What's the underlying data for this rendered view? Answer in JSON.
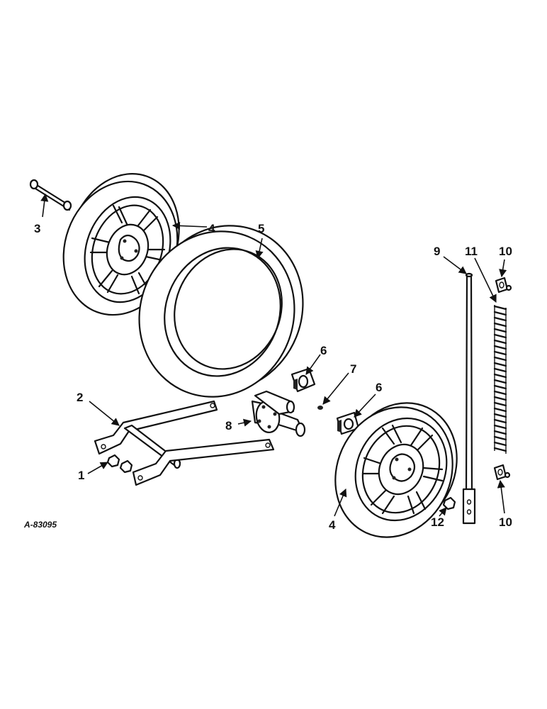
{
  "drawing_code": "A-83095",
  "callouts": {
    "c1": "1",
    "c2": "2",
    "c3": "3",
    "c4a": "4",
    "c4b": "4",
    "c5": "5",
    "c6a": "6",
    "c6b": "6",
    "c7": "7",
    "c8": "8",
    "c9": "9",
    "c10a": "10",
    "c10b": "10",
    "c11": "11",
    "c12": "12"
  },
  "colors": {
    "ink": "#111111",
    "paper": "#ffffff"
  }
}
